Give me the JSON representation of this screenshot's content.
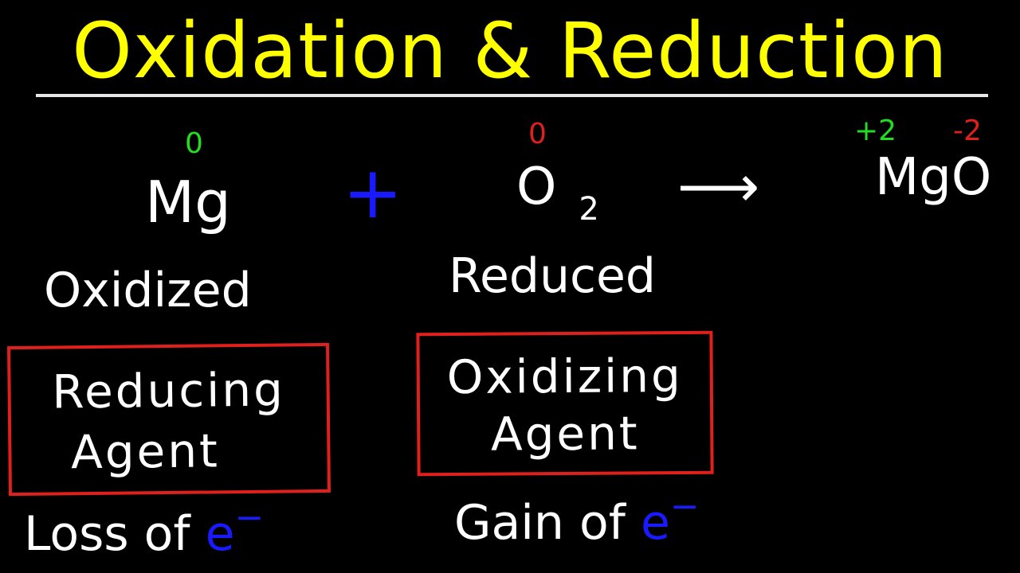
{
  "title": "Oxidation & Reduction",
  "colors": {
    "background": "#000000",
    "title": "#ffff00",
    "text": "#ffffff",
    "green": "#22dd22",
    "red": "#e0201c",
    "blue": "#1a1aff"
  },
  "equation": {
    "reactant1": {
      "symbol": "Mg",
      "oxidation_state": "0"
    },
    "plus": "+",
    "reactant2": {
      "symbol": "O",
      "subscript": "2",
      "oxidation_state": "0"
    },
    "arrow": "⟶",
    "product": {
      "symbol": "MgO",
      "mg_state": "+2",
      "o_state": "-2"
    }
  },
  "left": {
    "status": "Oxidized",
    "box_line1": "Reducing",
    "box_line2": "Agent",
    "note_prefix": "Loss of",
    "note_e": "e",
    "note_charge": "−"
  },
  "right": {
    "status": "Reduced",
    "box_line1": "Oxidizing",
    "box_line2": "Agent",
    "note_prefix": "Gain of",
    "note_e": "e",
    "note_charge": "−"
  }
}
